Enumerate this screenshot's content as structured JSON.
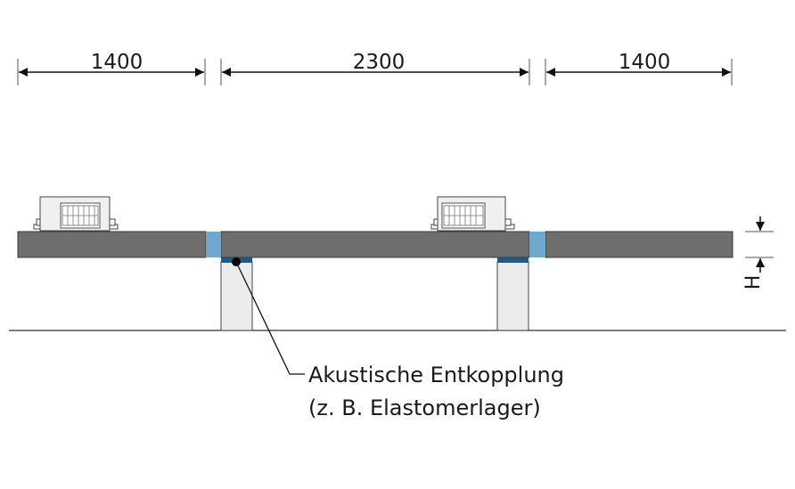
{
  "dimensions": {
    "left": "1400",
    "middle": "2300",
    "right": "1400",
    "height_label": "H"
  },
  "annotation": {
    "line1": "Akustische Entkopplung",
    "line2": "(z. B. Elastomerlager)"
  },
  "colors": {
    "slab": "#6e6e6e",
    "slab_stroke": "#3a3a3a",
    "joint": "#6fa8cf",
    "bearing": "#1f5a8c",
    "support": "#ececec",
    "machine": "#f0f0f0",
    "ground_line": "#333333"
  }
}
